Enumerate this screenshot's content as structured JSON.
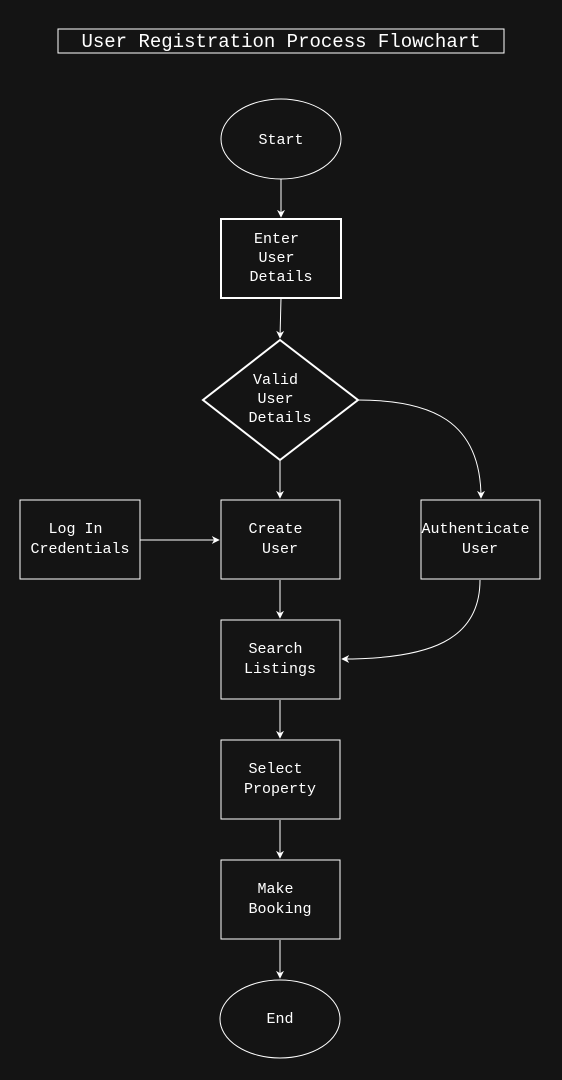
{
  "title": "User Registration Process Flowchart",
  "nodes": {
    "start": {
      "lines": [
        "Start"
      ],
      "shape": "ellipse"
    },
    "enter_details": {
      "lines": [
        "Enter",
        "User",
        "Details"
      ],
      "shape": "rect-bold"
    },
    "valid_details": {
      "lines": [
        "Valid",
        "User",
        "Details"
      ],
      "shape": "diamond"
    },
    "log_in": {
      "lines": [
        "Log In",
        "Credentials"
      ],
      "shape": "rect"
    },
    "create_user": {
      "lines": [
        "Create",
        "User"
      ],
      "shape": "rect"
    },
    "authenticate_user": {
      "lines": [
        "Authenticate",
        "User"
      ],
      "shape": "rect"
    },
    "search_listings": {
      "lines": [
        "Search",
        "Listings"
      ],
      "shape": "rect"
    },
    "select_property": {
      "lines": [
        "Select",
        "Property"
      ],
      "shape": "rect"
    },
    "make_booking": {
      "lines": [
        "Make",
        "Booking"
      ],
      "shape": "rect"
    },
    "end": {
      "lines": [
        "End"
      ],
      "shape": "ellipse"
    }
  },
  "edges": [
    {
      "from": "start",
      "to": "enter_details"
    },
    {
      "from": "enter_details",
      "to": "valid_details"
    },
    {
      "from": "valid_details",
      "to": "create_user"
    },
    {
      "from": "valid_details",
      "to": "authenticate_user"
    },
    {
      "from": "log_in",
      "to": "create_user"
    },
    {
      "from": "create_user",
      "to": "search_listings"
    },
    {
      "from": "authenticate_user",
      "to": "search_listings"
    },
    {
      "from": "search_listings",
      "to": "select_property"
    },
    {
      "from": "select_property",
      "to": "make_booking"
    },
    {
      "from": "make_booking",
      "to": "end"
    }
  ],
  "colors": {
    "background": "#141414",
    "stroke": "#ffffff",
    "text": "#ffffff"
  }
}
